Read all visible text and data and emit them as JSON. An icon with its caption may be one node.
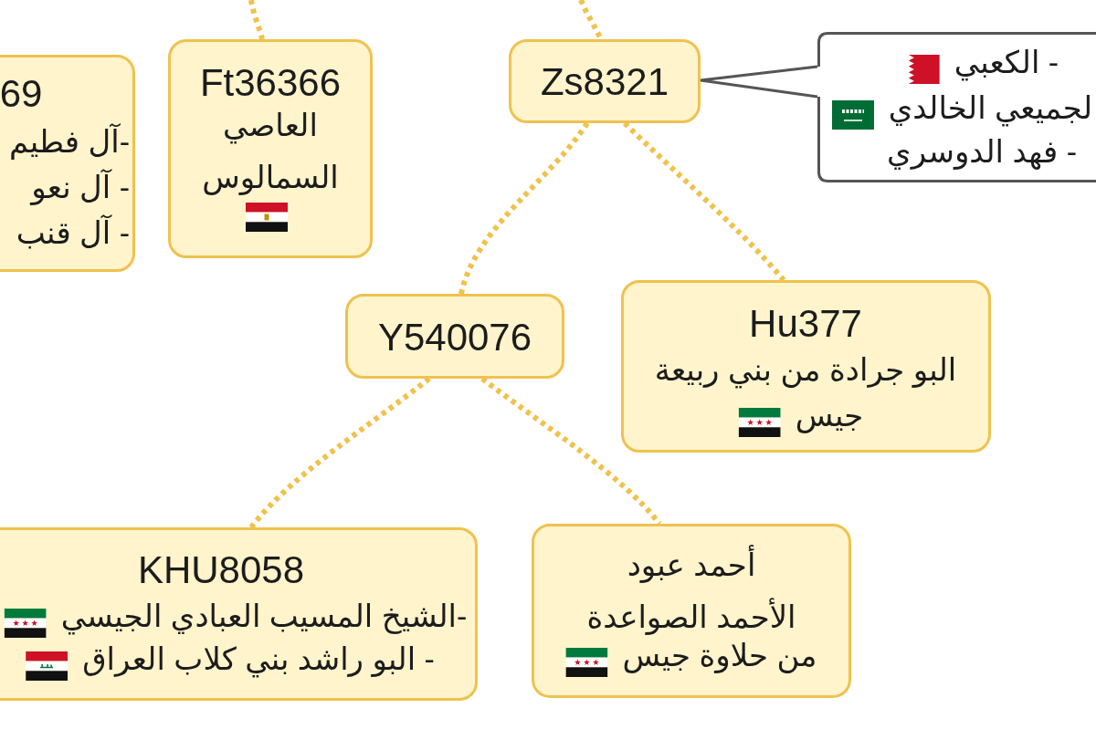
{
  "diagram": {
    "nodes": [
      {
        "text": [
          "69",
          "-آل فطيم",
          "- آل نعو",
          "- آل قنب"
        ]
      },
      {
        "text": [
          "Ft36366",
          "العاصي السمالوس"
        ]
      },
      {
        "text": [
          "Zs8321"
        ]
      },
      {
        "text": [
          "- الكعبي",
          "لجميعي الخالدي",
          "- فهد الدوسري"
        ]
      },
      {
        "text": [
          "Y540076"
        ]
      },
      {
        "text": [
          "Hu377",
          "البو جرادة من بني ربيعة",
          "جيس"
        ]
      },
      {
        "text": [
          "KHU8058",
          "-الشيخ المسيب العبادي الجيسي",
          "- البو راشد بني كلاب العراق"
        ]
      },
      {
        "text": [
          "أحمد عبود الأحمد الصواعدة",
          "من حلاوة جيس"
        ]
      }
    ],
    "edges": [
      {
        "from": null,
        "to": 1,
        "arrow": "none",
        "style": "dashed"
      },
      {
        "from": null,
        "to": 2,
        "arrow": "none",
        "style": "dashed"
      },
      {
        "from": 2,
        "to": 4,
        "arrow": "none",
        "style": "dashed"
      },
      {
        "from": 2,
        "to": 5,
        "arrow": "none",
        "style": "dashed"
      },
      {
        "from": 4,
        "to": 6,
        "arrow": "none",
        "style": "dashed"
      },
      {
        "from": 4,
        "to": 7,
        "arrow": "none",
        "style": "dashed"
      },
      {
        "from": 3,
        "to": 2,
        "arrow": "none",
        "color": "#555555"
      }
    ]
  }
}
